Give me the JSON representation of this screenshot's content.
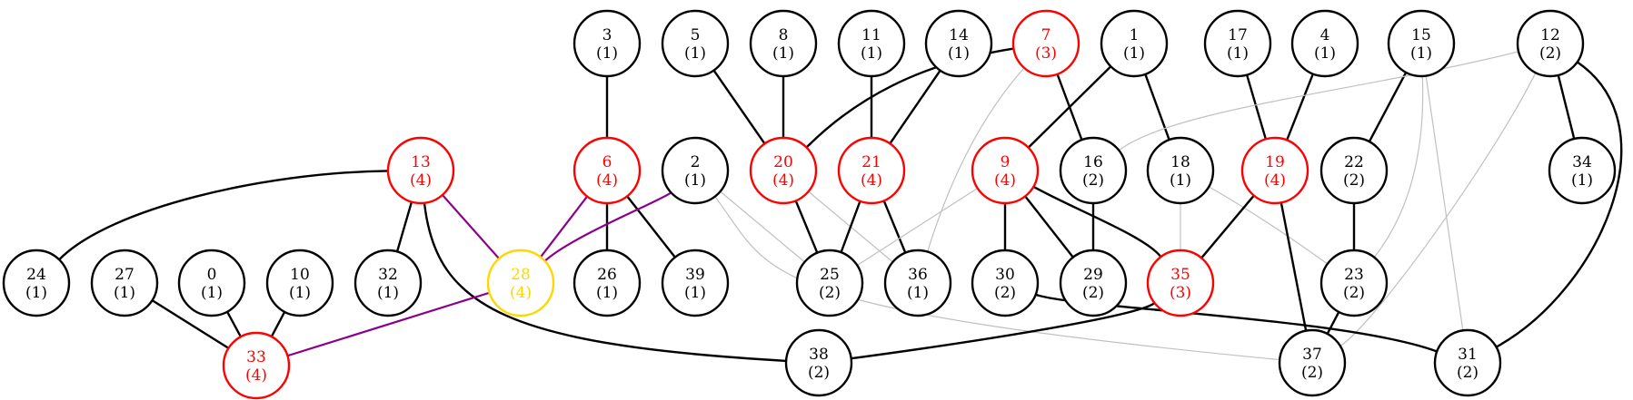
{
  "colors": {
    "black": "#000000",
    "red": "#ff0000",
    "gold": "#ffd700",
    "purple": "#8b008b",
    "gray": "#c0c0c0"
  },
  "nodes": [
    {
      "id": "3",
      "name": "3",
      "count": "(1)",
      "color": "black"
    },
    {
      "id": "5",
      "name": "5",
      "count": "(1)",
      "color": "black"
    },
    {
      "id": "8",
      "name": "8",
      "count": "(1)",
      "color": "black"
    },
    {
      "id": "11",
      "name": "11",
      "count": "(1)",
      "color": "black"
    },
    {
      "id": "14",
      "name": "14",
      "count": "(1)",
      "color": "black"
    },
    {
      "id": "7",
      "name": "7",
      "count": "(3)",
      "color": "red"
    },
    {
      "id": "1",
      "name": "1",
      "count": "(1)",
      "color": "black"
    },
    {
      "id": "17",
      "name": "17",
      "count": "(1)",
      "color": "black"
    },
    {
      "id": "4",
      "name": "4",
      "count": "(1)",
      "color": "black"
    },
    {
      "id": "15",
      "name": "15",
      "count": "(1)",
      "color": "black"
    },
    {
      "id": "12",
      "name": "12",
      "count": "(2)",
      "color": "black"
    },
    {
      "id": "13",
      "name": "13",
      "count": "(4)",
      "color": "red"
    },
    {
      "id": "6",
      "name": "6",
      "count": "(4)",
      "color": "red"
    },
    {
      "id": "2",
      "name": "2",
      "count": "(1)",
      "color": "black"
    },
    {
      "id": "20",
      "name": "20",
      "count": "(4)",
      "color": "red"
    },
    {
      "id": "21",
      "name": "21",
      "count": "(4)",
      "color": "red"
    },
    {
      "id": "9",
      "name": "9",
      "count": "(4)",
      "color": "red"
    },
    {
      "id": "16",
      "name": "16",
      "count": "(2)",
      "color": "black"
    },
    {
      "id": "18",
      "name": "18",
      "count": "(1)",
      "color": "black"
    },
    {
      "id": "19",
      "name": "19",
      "count": "(4)",
      "color": "red"
    },
    {
      "id": "22",
      "name": "22",
      "count": "(2)",
      "color": "black"
    },
    {
      "id": "34",
      "name": "34",
      "count": "(1)",
      "color": "black"
    },
    {
      "id": "24",
      "name": "24",
      "count": "(1)",
      "color": "black"
    },
    {
      "id": "27",
      "name": "27",
      "count": "(1)",
      "color": "black"
    },
    {
      "id": "0",
      "name": "0",
      "count": "(1)",
      "color": "black"
    },
    {
      "id": "10",
      "name": "10",
      "count": "(1)",
      "color": "black"
    },
    {
      "id": "32",
      "name": "32",
      "count": "(1)",
      "color": "black"
    },
    {
      "id": "28",
      "name": "28",
      "count": "(4)",
      "color": "gold"
    },
    {
      "id": "26",
      "name": "26",
      "count": "(1)",
      "color": "black"
    },
    {
      "id": "39",
      "name": "39",
      "count": "(1)",
      "color": "black"
    },
    {
      "id": "25",
      "name": "25",
      "count": "(2)",
      "color": "black"
    },
    {
      "id": "36",
      "name": "36",
      "count": "(1)",
      "color": "black"
    },
    {
      "id": "30",
      "name": "30",
      "count": "(2)",
      "color": "black"
    },
    {
      "id": "29",
      "name": "29",
      "count": "(2)",
      "color": "black"
    },
    {
      "id": "35",
      "name": "35",
      "count": "(3)",
      "color": "red"
    },
    {
      "id": "23",
      "name": "23",
      "count": "(2)",
      "color": "black"
    },
    {
      "id": "33",
      "name": "33",
      "count": "(4)",
      "color": "red"
    },
    {
      "id": "38",
      "name": "38",
      "count": "(2)",
      "color": "black"
    },
    {
      "id": "37",
      "name": "37",
      "count": "(2)",
      "color": "black"
    },
    {
      "id": "31",
      "name": "31",
      "count": "(2)",
      "color": "black"
    }
  ],
  "edges": [
    {
      "from": "3",
      "to": "6",
      "style": "bold"
    },
    {
      "from": "5",
      "to": "20",
      "style": "bold"
    },
    {
      "from": "8",
      "to": "20",
      "style": "bold"
    },
    {
      "from": "11",
      "to": "21",
      "style": "bold"
    },
    {
      "from": "14",
      "to": "21",
      "style": "bold"
    },
    {
      "from": "7",
      "to": "20",
      "style": "bold"
    },
    {
      "from": "7",
      "to": "16",
      "style": "bold"
    },
    {
      "from": "7",
      "to": "36",
      "style": "faint"
    },
    {
      "from": "1",
      "to": "9",
      "style": "bold"
    },
    {
      "from": "1",
      "to": "18",
      "style": "bold"
    },
    {
      "from": "17",
      "to": "19",
      "style": "bold"
    },
    {
      "from": "4",
      "to": "19",
      "style": "bold"
    },
    {
      "from": "15",
      "to": "22",
      "style": "bold"
    },
    {
      "from": "15",
      "to": "23",
      "style": "faint"
    },
    {
      "from": "15",
      "to": "31",
      "style": "faint"
    },
    {
      "from": "12",
      "to": "34",
      "style": "bold"
    },
    {
      "from": "12",
      "to": "31",
      "style": "bold"
    },
    {
      "from": "12",
      "to": "16",
      "style": "faint"
    },
    {
      "from": "12",
      "to": "37",
      "style": "faint"
    },
    {
      "from": "13",
      "to": "24",
      "style": "bold"
    },
    {
      "from": "13",
      "to": "32",
      "style": "bold"
    },
    {
      "from": "13",
      "to": "28",
      "style": "purple"
    },
    {
      "from": "13",
      "to": "38",
      "style": "bold"
    },
    {
      "from": "6",
      "to": "28",
      "style": "purple"
    },
    {
      "from": "6",
      "to": "26",
      "style": "bold"
    },
    {
      "from": "6",
      "to": "39",
      "style": "bold"
    },
    {
      "from": "2",
      "to": "28",
      "style": "purple"
    },
    {
      "from": "2",
      "to": "25",
      "style": "faint"
    },
    {
      "from": "2",
      "to": "37",
      "style": "faint"
    },
    {
      "from": "20",
      "to": "25",
      "style": "bold"
    },
    {
      "from": "20",
      "to": "36",
      "style": "faint"
    },
    {
      "from": "21",
      "to": "25",
      "style": "bold"
    },
    {
      "from": "21",
      "to": "36",
      "style": "bold"
    },
    {
      "from": "9",
      "to": "25",
      "style": "faint"
    },
    {
      "from": "9",
      "to": "30",
      "style": "bold"
    },
    {
      "from": "9",
      "to": "29",
      "style": "bold"
    },
    {
      "from": "9",
      "to": "35",
      "style": "bold"
    },
    {
      "from": "16",
      "to": "29",
      "style": "bold"
    },
    {
      "from": "18",
      "to": "35",
      "style": "faint"
    },
    {
      "from": "18",
      "to": "23",
      "style": "faint"
    },
    {
      "from": "19",
      "to": "35",
      "style": "bold"
    },
    {
      "from": "19",
      "to": "37",
      "style": "bold"
    },
    {
      "from": "22",
      "to": "23",
      "style": "bold"
    },
    {
      "from": "23",
      "to": "37",
      "style": "bold"
    },
    {
      "from": "27",
      "to": "33",
      "style": "bold"
    },
    {
      "from": "0",
      "to": "33",
      "style": "bold"
    },
    {
      "from": "10",
      "to": "33",
      "style": "bold"
    },
    {
      "from": "28",
      "to": "33",
      "style": "purple"
    },
    {
      "from": "30",
      "to": "31",
      "style": "bold"
    },
    {
      "from": "35",
      "to": "38",
      "style": "bold"
    }
  ]
}
